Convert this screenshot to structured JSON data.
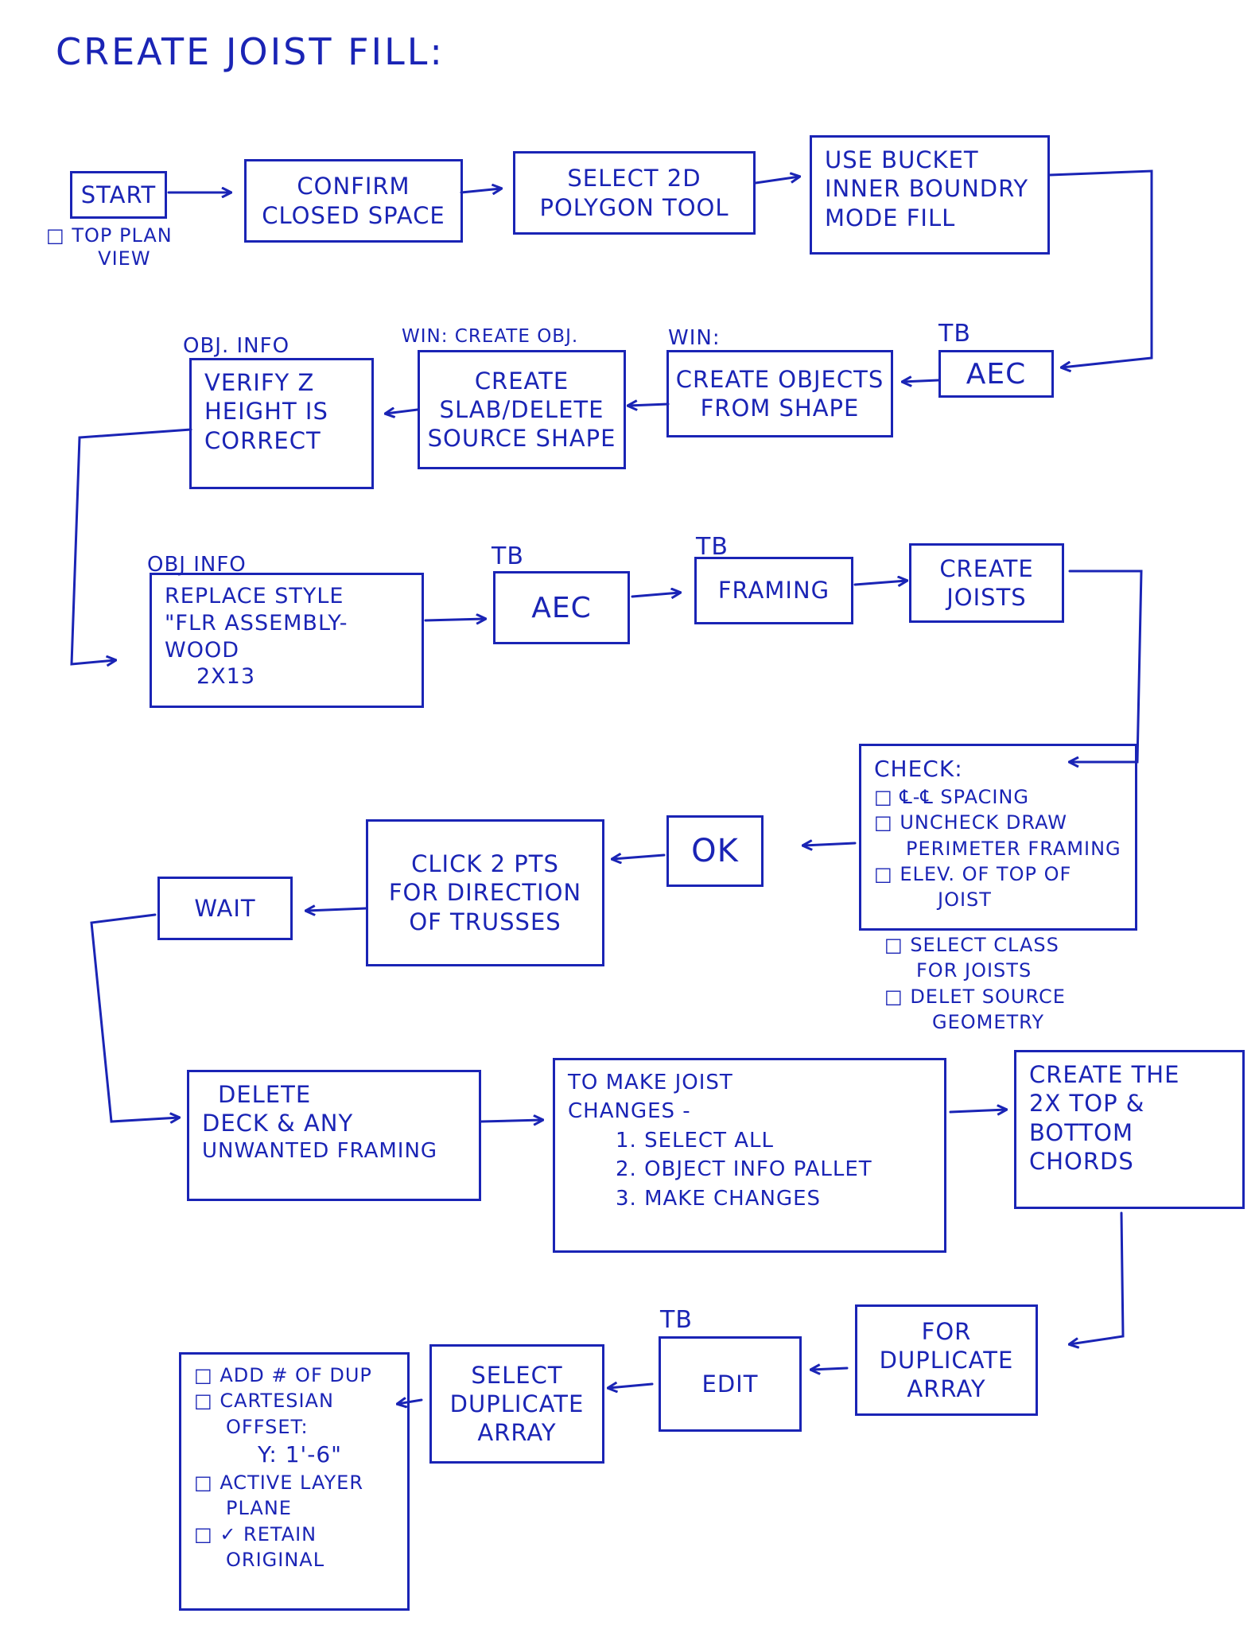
{
  "title": "CREATE JOIST FILL:",
  "nodes": {
    "start": "START",
    "start_note": [
      "TOP PLAN",
      "VIEW"
    ],
    "confirm": [
      "CONFIRM",
      "CLOSED SPACE"
    ],
    "select_poly": [
      "SELECT 2D",
      "POLYGON TOOL"
    ],
    "bucket": [
      "USE BUCKET",
      "INNER BOUNDRY",
      "MODE FILL"
    ],
    "tb_aec_1": "AEC",
    "tb_aec_1_tag": "TB",
    "create_objects": [
      "CREATE OBJECTS",
      "FROM SHAPE"
    ],
    "create_objects_tag": "WIN:",
    "create_slab": [
      "CREATE",
      "SLAB/DELETE",
      "SOURCE SHAPE"
    ],
    "create_slab_tag": "WIN: CREATE OBJ.",
    "verify": [
      "VERIFY Z",
      "HEIGHT IS",
      "CORRECT"
    ],
    "verify_tag": "OBJ. INFO",
    "replace_style": [
      "REPLACE STYLE",
      "\"FLR ASSEMBLY-WOOD",
      "2X13"
    ],
    "replace_style_tag": "OBJ INFO",
    "tb_aec_2": "AEC",
    "tb_aec_2_tag": "TB",
    "framing": "FRAMING",
    "framing_tag": "TB",
    "create_joists": [
      "CREATE",
      "JOISTS"
    ],
    "check_title": "CHECK:",
    "check_items_boxed": [
      "℄-℄ SPACING",
      "UNCHECK DRAW",
      "PERIMETER FRAMING",
      "ELEV. OF TOP OF",
      "JOIST"
    ],
    "check_items_extra": [
      "SELECT CLASS",
      "FOR JOISTS",
      "DELET SOURCE",
      "GEOMETRY"
    ],
    "ok": "OK",
    "click_pts": [
      "CLICK 2 PTS",
      "FOR DIRECTION",
      "OF TRUSSES"
    ],
    "wait": "WAIT",
    "delete_deck": [
      "DELETE",
      "DECK & ANY",
      "UNWANTED FRAMING"
    ],
    "joist_changes": {
      "lead": [
        "TO MAKE JOIST",
        "CHANGES -"
      ],
      "steps": [
        "1. SELECT ALL",
        "2. OBJECT INFO PALLET",
        "3. MAKE CHANGES"
      ]
    },
    "chords": [
      "CREATE THE",
      "2X TOP &",
      "BOTTOM CHORDS"
    ],
    "for_dup": [
      "FOR",
      "DUPLICATE",
      "ARRAY"
    ],
    "edit": "EDIT",
    "edit_tag": "TB",
    "select_dup": [
      "SELECT",
      "DUPLICATE",
      "ARRAY"
    ],
    "options": [
      "ADD # OF DUP",
      "CARTESIAN",
      "OFFSET:",
      "Y: 1'-6\"",
      "ACTIVE LAYER",
      "PLANE",
      "✓ RETAIN",
      "ORIGINAL"
    ]
  },
  "colors": {
    "ink": "#1a24b5",
    "paper": "#ffffff"
  }
}
